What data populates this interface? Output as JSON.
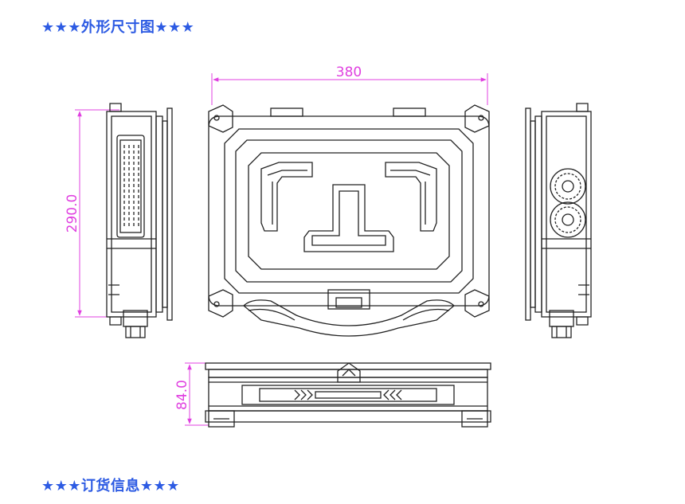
{
  "sections": {
    "dimension_title": "★★★外形尺寸图★★★",
    "ordering_title": "★★★订货信息★★★"
  },
  "dimensions": {
    "width": "380",
    "height": "290.0",
    "depth": "84.0"
  },
  "colors": {
    "title": "#2d5be3",
    "dimension": "#e040e0",
    "outline": "#222222"
  }
}
